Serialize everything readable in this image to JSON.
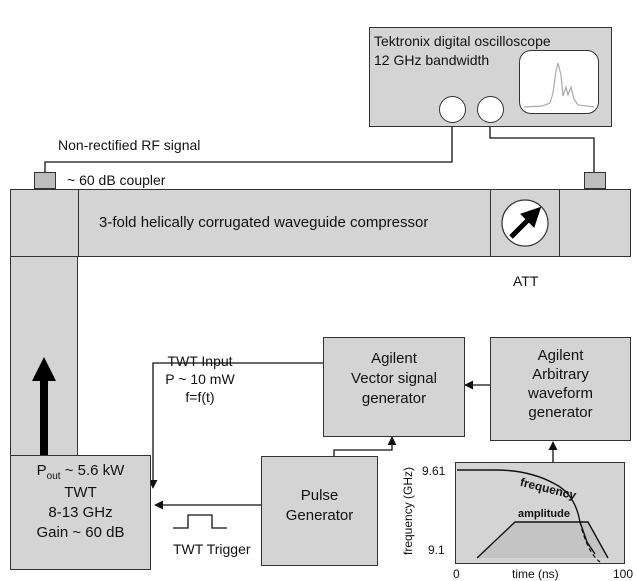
{
  "oscilloscope": {
    "line1": "Tektronix digital oscilloscope",
    "line2": "12 GHz bandwidth"
  },
  "coupler": {
    "signal_label": "Non-rectified RF signal",
    "coupler_label": "~ 60 dB coupler"
  },
  "waveguide": {
    "label": "3-fold helically corrugated waveguide compressor"
  },
  "attenuator": {
    "label": "ATT"
  },
  "vector_gen": {
    "line1": "Agilent",
    "line2": "Vector signal",
    "line3": "generator"
  },
  "arb_gen": {
    "line1": "Agilent",
    "line2": "Arbitrary",
    "line3": "waveform",
    "line4": "generator"
  },
  "twt_input": {
    "line1": "TWT Input",
    "line2": "P ~ 10 mW",
    "line3": "f=f(t)"
  },
  "twt": {
    "power_prefix": "P",
    "power_sub": "out",
    "power_suffix": " ~ 5.6 kW",
    "line2": "TWT",
    "line3": "8-13 GHz",
    "line4": "Gain ~ 60 dB"
  },
  "pulse_gen": {
    "line1": "Pulse",
    "line2": "Generator"
  },
  "trigger": {
    "label": "TWT Trigger"
  },
  "inset": {
    "y_label": "frequency (GHz)",
    "x_label": "time (ns)",
    "y_top": "9.61",
    "y_bottom": "9.1",
    "x_left": "0",
    "x_right": "100",
    "freq_label": "frequency",
    "amp_label": "amplitude"
  }
}
